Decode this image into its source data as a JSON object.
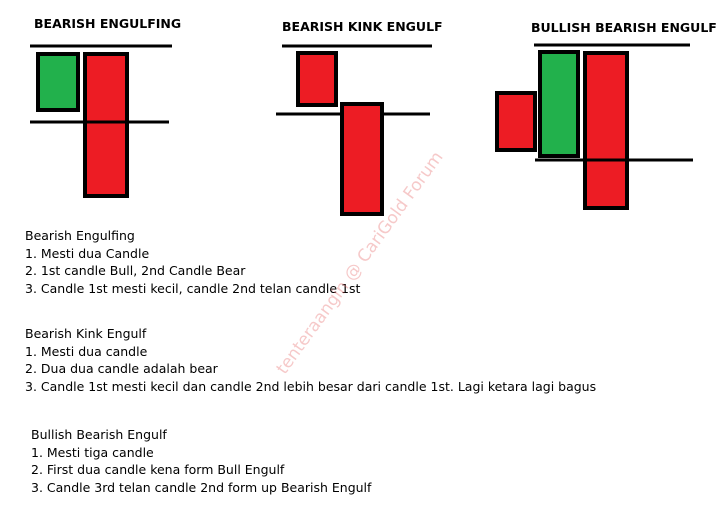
{
  "colors": {
    "bull": "#22b14c",
    "bear": "#ed1c24",
    "line": "#000000",
    "watermark": "#e66464"
  },
  "patterns": [
    {
      "title": "BEARISH ENGULFING",
      "candles": [
        {
          "role": "bull",
          "color": "bull"
        },
        {
          "role": "bear",
          "color": "bear"
        }
      ]
    },
    {
      "title": "BEARISH KINK ENGULF",
      "candles": [
        {
          "role": "bear",
          "color": "bear"
        },
        {
          "role": "bear",
          "color": "bear"
        }
      ]
    },
    {
      "title": "BULLISH BEARISH ENGULF",
      "candles": [
        {
          "role": "bear",
          "color": "bear"
        },
        {
          "role": "bull",
          "color": "bull"
        },
        {
          "role": "bear",
          "color": "bear"
        }
      ]
    }
  ],
  "notes": [
    {
      "heading": "Bearish Engulfing",
      "items": [
        "1. Mesti dua Candle",
        "2. 1st candle Bull, 2nd Candle Bear",
        "3. Candle 1st mesti kecil, candle 2nd telan candle 1st"
      ]
    },
    {
      "heading": "Bearish Kink Engulf",
      "items": [
        "1. Mesti dua candle",
        "2. Dua dua candle adalah bear",
        "3. Candle 1st mesti kecil dan candle 2nd lebih besar dari candle 1st. Lagi ketara lagi bagus"
      ]
    },
    {
      "heading": "Bullish Bearish Engulf",
      "items": [
        "1. Mesti tiga candle",
        "2. First dua candle kena form Bull Engulf",
        "3. Candle 3rd telan candle 2nd form up Bearish Engulf"
      ]
    }
  ],
  "watermark": "tenteraangin @ CariGold Forum"
}
